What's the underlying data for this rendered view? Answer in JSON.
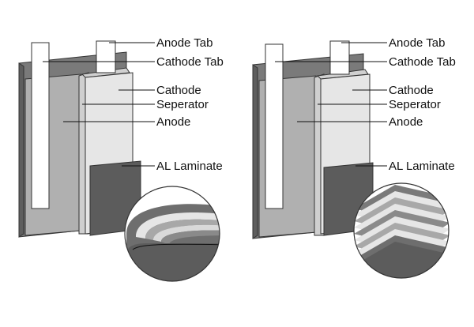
{
  "colors": {
    "background": "#ffffff",
    "casing_dark": "#7a7a7a",
    "anode_gray": "#b0b0b0",
    "cathode_light": "#e6e6e6",
    "separator": "#cfcfcf",
    "laminate_dark": "#5c5c5c",
    "tab_white": "#ffffff",
    "outline": "#333333"
  },
  "left_cell": {
    "winding": "wound",
    "labels": {
      "anode_tab": "Anode Tab",
      "cathode_tab": "Cathode Tab",
      "cathode": "Cathode",
      "separator": "Seperator",
      "anode": "Anode",
      "al_laminate": "AL Laminate"
    }
  },
  "right_cell": {
    "winding": "stacked",
    "labels": {
      "anode_tab": "Anode Tab",
      "cathode_tab": "Cathode Tab",
      "cathode": "Cathode",
      "separator": "Seperator",
      "anode": "Anode",
      "al_laminate": "AL Laminate"
    }
  }
}
